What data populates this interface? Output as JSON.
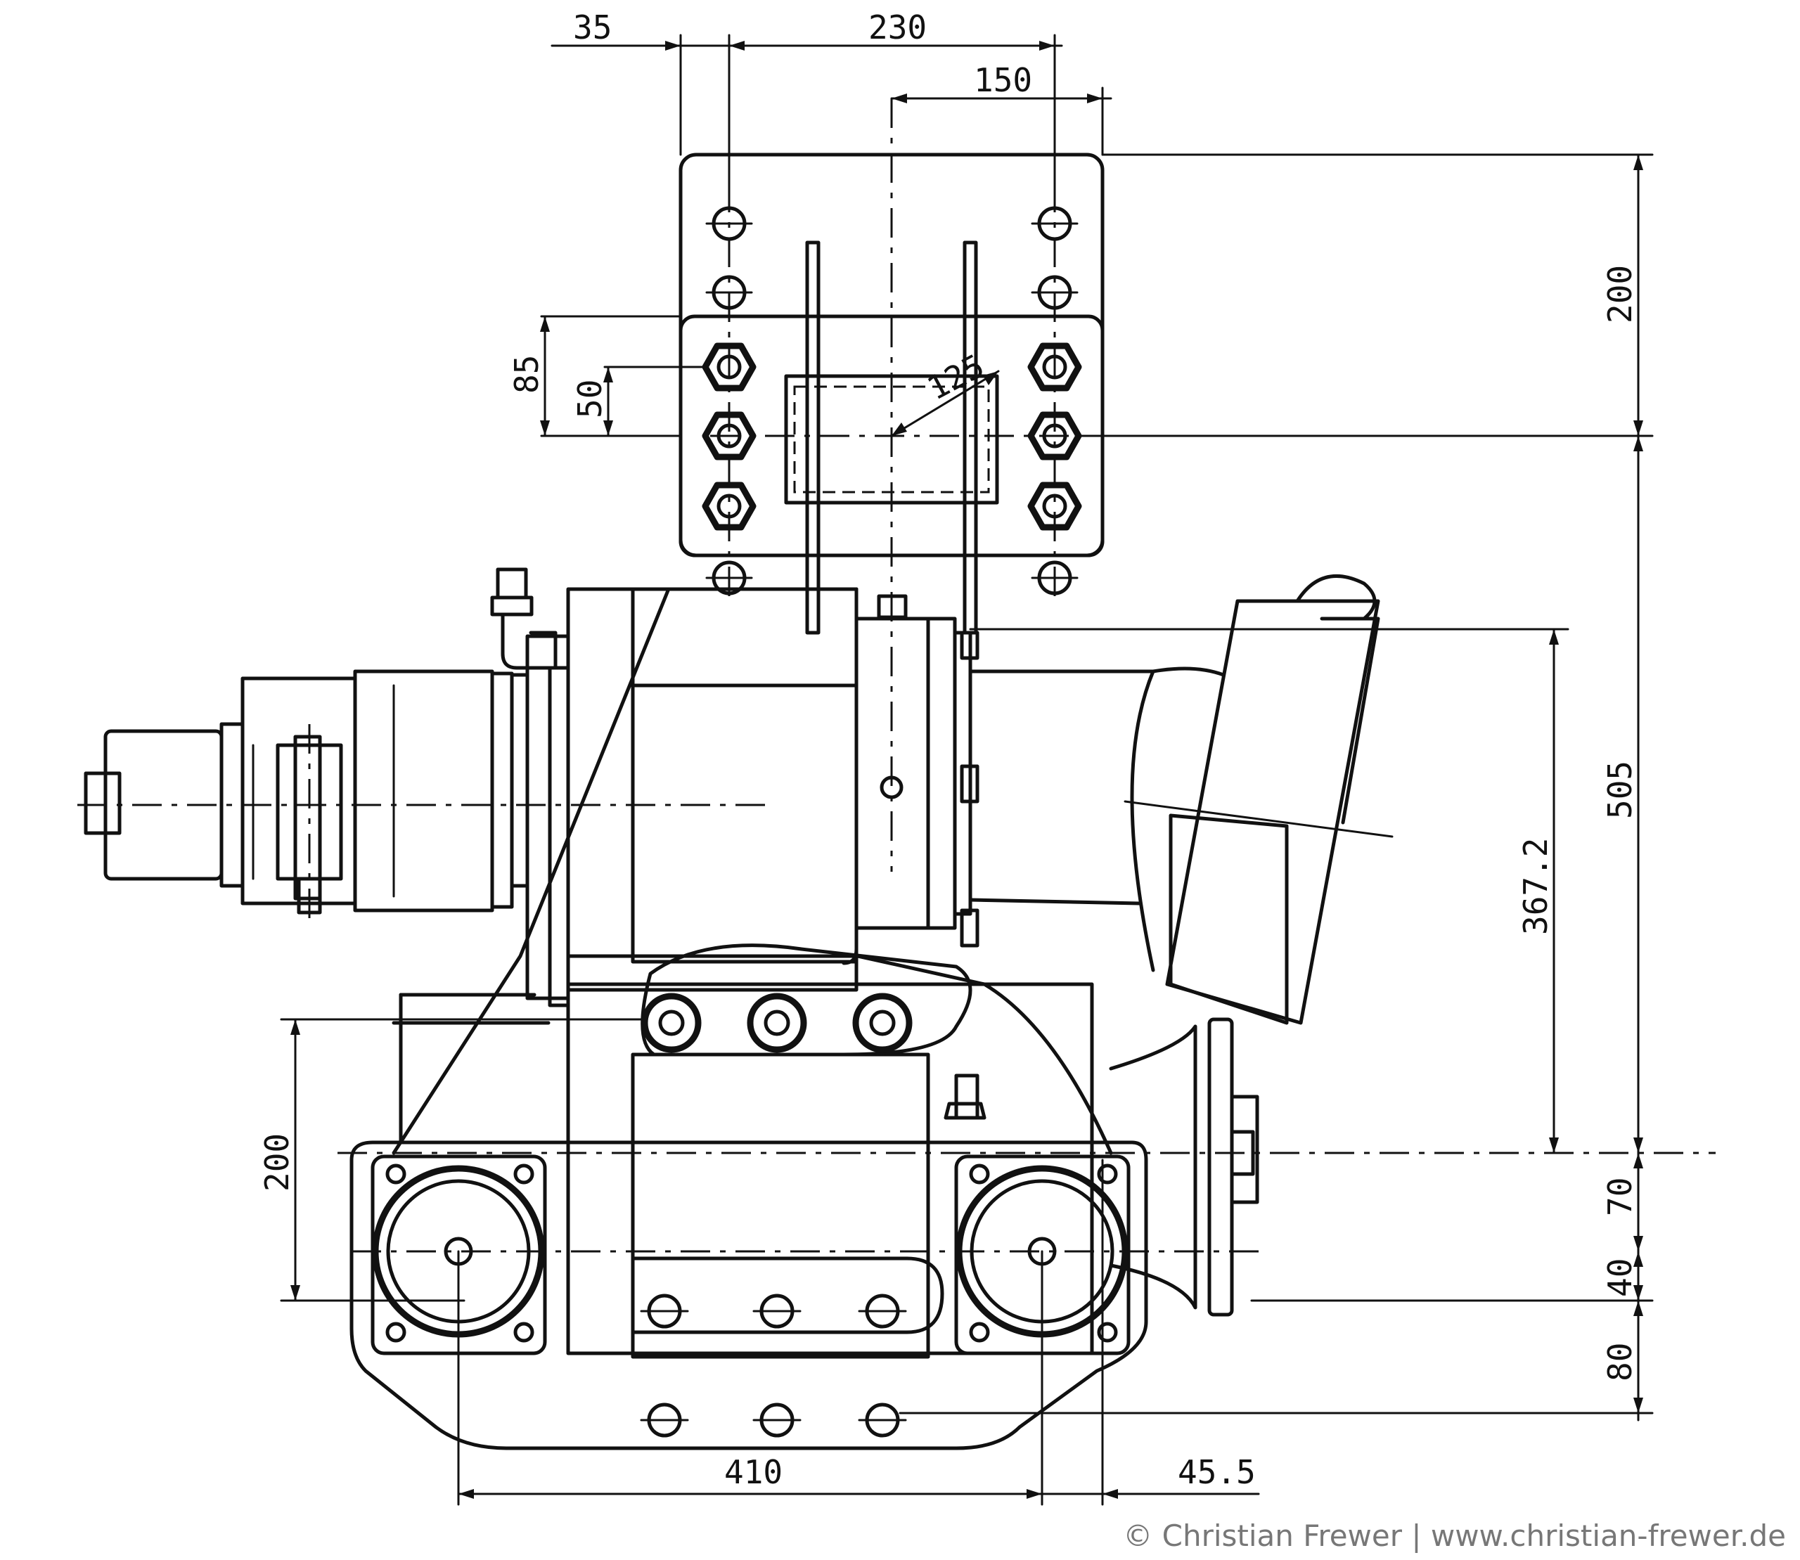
{
  "dimensions": {
    "top_35": "35",
    "top_230": "230",
    "top_150": "150",
    "left_85": "85",
    "left_50": "50",
    "radius_125": "125",
    "right_200": "200",
    "right_505": "505",
    "right_367_2": "367.2",
    "right_70": "70",
    "right_40": "40",
    "right_80": "80",
    "left_200": "200",
    "bottom_410": "410",
    "bottom_45_5": "45.5"
  },
  "credit": "© Christian Frewer | www.christian-frewer.de"
}
